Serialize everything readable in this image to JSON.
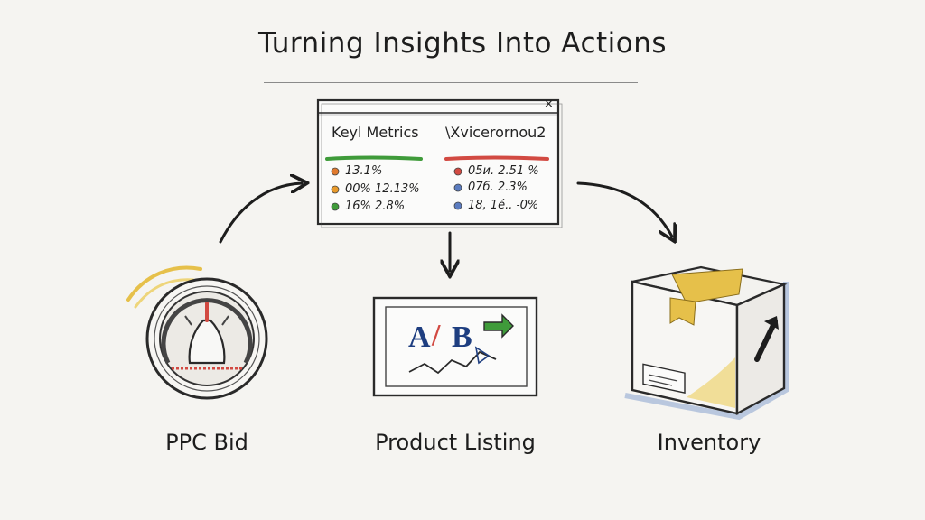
{
  "title": "Turning Insights Into Actions",
  "window": {
    "heading_left": "Keyl Metrics",
    "heading_right": "\\Xvicerornou2",
    "close_symbol": "×",
    "left_rows": [
      "13.1%",
      "00% 12.13%",
      "16% 2.8%"
    ],
    "right_rows": [
      "05и. 2.51 %",
      "07б. 2.3%",
      "18, 1é.. ˗0%"
    ]
  },
  "ab": {
    "a": "A",
    "slash": "/",
    "b": "B"
  },
  "labels": {
    "ppc": "PPC Bid",
    "listing": "Product Listing",
    "inventory": "Inventory"
  },
  "colors": {
    "green": "#3f9b3a",
    "red": "#d24a42",
    "orange": "#e07a2e",
    "blue": "#1e3e80",
    "tape": "#e6c04a",
    "box_shadow": "#9fb4d6"
  },
  "icons": [
    "gauge-dial-icon",
    "ab-test-card-icon",
    "box-icon",
    "arrow-icon"
  ]
}
